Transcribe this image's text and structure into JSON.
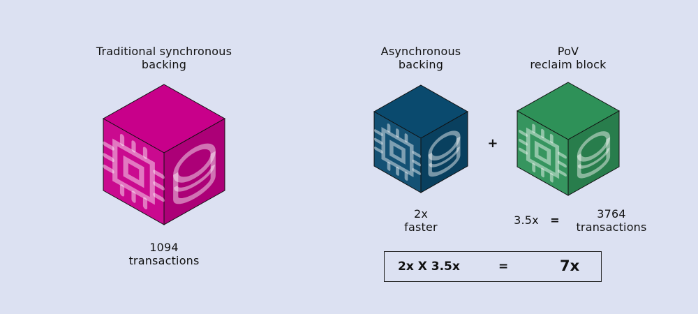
{
  "traditional": {
    "title_line1": "Traditional synchronous",
    "title_line2": "backing",
    "count": "1094",
    "count_label": "transactions",
    "color": "#c8008a"
  },
  "async": {
    "title_line1": "Asynchronous",
    "title_line2": "backing",
    "factor": "2x",
    "factor_label": "faster",
    "color": "#0a4a6e"
  },
  "pov": {
    "title_line1": "PoV",
    "title_line2": "reclaim block",
    "factor": "3.5x",
    "equals": "=",
    "count": "3764",
    "count_label": "transactions",
    "color": "#2e9158"
  },
  "plus": "+",
  "equation": {
    "left": "2x X 3.5x",
    "equals": "=",
    "result": "7x"
  },
  "icons": {
    "left_face": "cpu-chip-icon",
    "right_face": "coin-stack-icon"
  }
}
